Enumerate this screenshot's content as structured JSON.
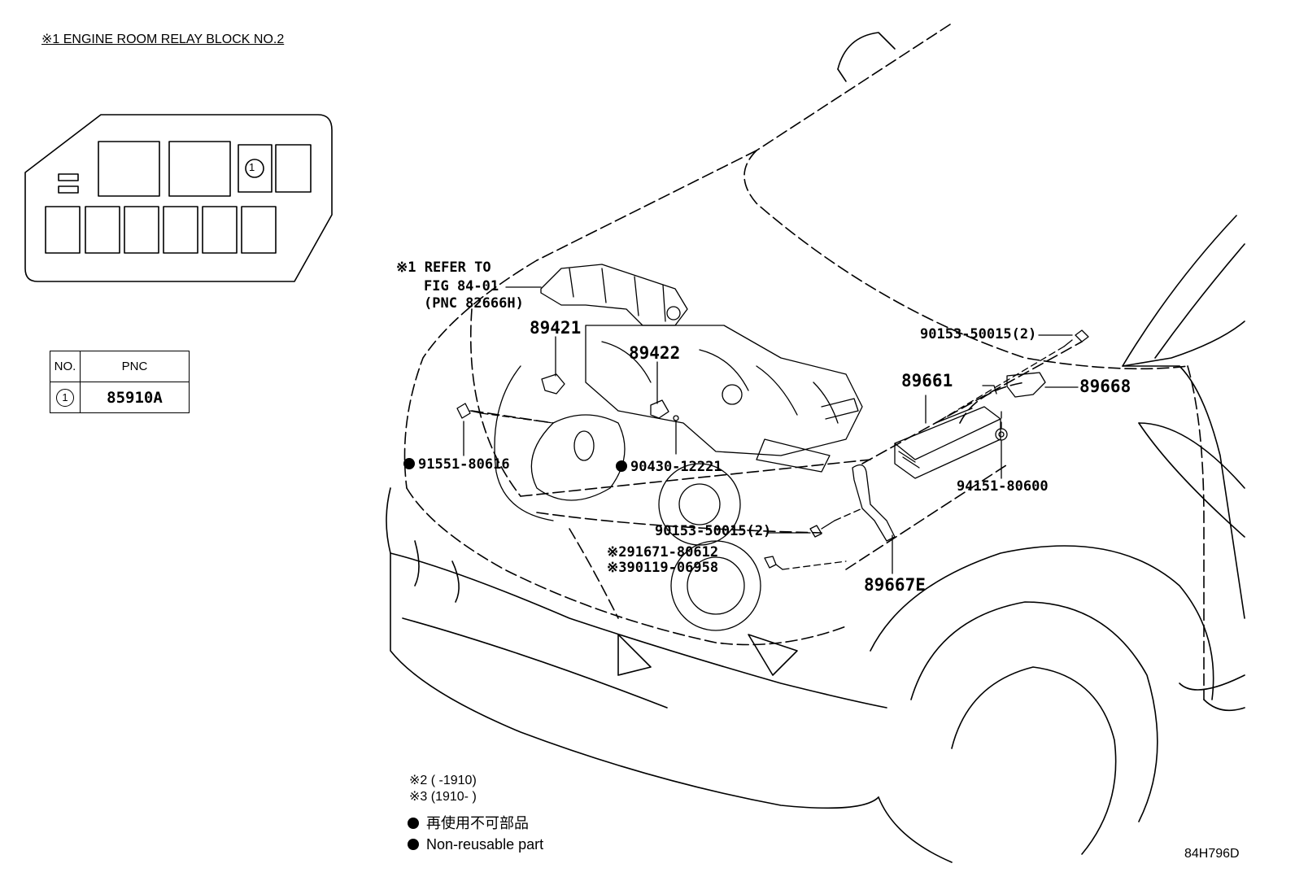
{
  "relay_block": {
    "title": "※1 ENGINE ROOM RELAY BLOCK NO.2",
    "callout": "1"
  },
  "pnc_table": {
    "header_no": "NO.",
    "header_pnc": "PNC",
    "rows": [
      {
        "no": "1",
        "pnc": "85910A"
      }
    ]
  },
  "refer": {
    "line1": "※1 REFER TO",
    "line2": "FIG 84-01",
    "line3": "(PNC 82666H)"
  },
  "parts": {
    "p89421": "89421",
    "p89422": "89422",
    "p89661": "89661",
    "p89668": "89668",
    "p89667E": "89667E",
    "p91551": "91551-80616",
    "p90430": "90430-12221",
    "p90153_top": "90153-50015(2)",
    "p90153_mid": "90153-50015(2)",
    "p94151": "94151-80600",
    "p91671": "※291671-80612",
    "p90119": "※390119-06958"
  },
  "legend": {
    "note2": "※2 (          -1910)",
    "note3": "※3 (1910-          )",
    "jp": "再使用不可部品",
    "en": "Non-reusable part"
  },
  "figure_id": "84H796D",
  "colors": {
    "line": "#000000",
    "background": "#ffffff"
  }
}
